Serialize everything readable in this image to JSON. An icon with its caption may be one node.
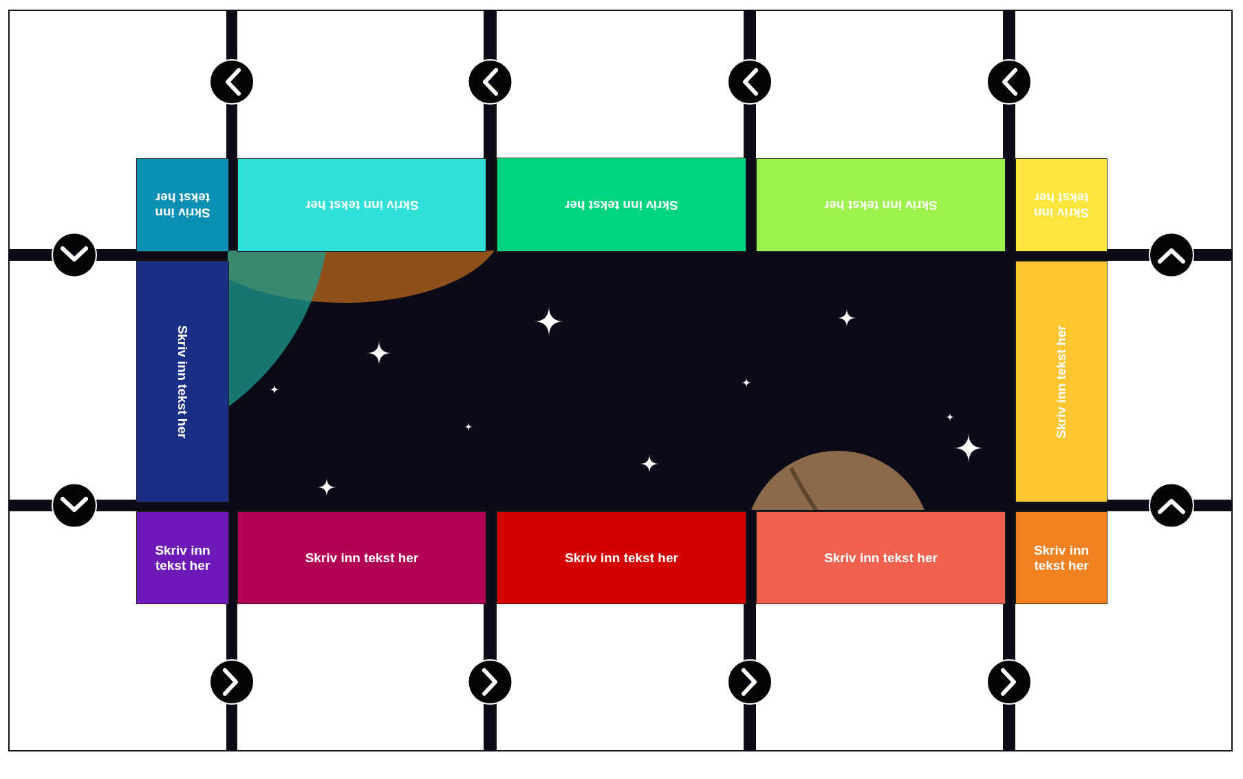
{
  "diagram": {
    "nodes": [
      {
        "text": [],
        "shape": "box"
      },
      {
        "text": [
          "Skriv inn tekst her"
        ],
        "in": 0
      },
      {
        "text": [],
        "shape": "box"
      },
      {
        "text": [
          "Skriv inn tekst her"
        ],
        "in": 2
      },
      {
        "text": [],
        "shape": "box"
      },
      {
        "text": [
          "Skriv inn tekst her"
        ],
        "in": 4
      },
      {
        "text": [],
        "shape": "box"
      },
      {
        "text": [
          "Skriv inn tekst her"
        ],
        "in": 6
      },
      {
        "text": [],
        "shape": "box"
      },
      {
        "text": [
          "Skriv inn tekst her"
        ],
        "in": 8
      },
      {
        "text": [],
        "shape": "box"
      },
      {
        "text": [
          "Skriv inn tekst her"
        ],
        "in": 10
      },
      {
        "text": [],
        "shape": "box"
      },
      {
        "text": [
          "Skriv inn tekst her"
        ],
        "in": 12
      },
      {
        "text": [],
        "shape": "box"
      },
      {
        "text": [
          "Skriv inn tekst her"
        ],
        "in": 14
      },
      {
        "text": [],
        "shape": "box"
      },
      {
        "text": [
          "Skriv inn tekst her"
        ],
        "in": 16
      },
      {
        "text": [],
        "shape": "box"
      },
      {
        "text": [
          "Skriv inn tekst her"
        ],
        "in": 18
      },
      {
        "text": [],
        "shape": "box"
      },
      {
        "text": [
          "Skriv inn tekst her"
        ],
        "in": 20
      },
      {
        "text": [],
        "shape": "box"
      },
      {
        "text": [
          "Skriv inn tekst her"
        ],
        "in": 22
      }
    ],
    "edges": [
      {
        "from": 8,
        "to": 6,
        "arrow": "to"
      },
      {
        "from": 6,
        "to": 4,
        "arrow": "to"
      },
      {
        "from": 4,
        "to": 2,
        "arrow": "to"
      },
      {
        "from": 2,
        "to": 0,
        "arrow": "to"
      },
      {
        "from": 0,
        "to": 10,
        "arrow": "to"
      },
      {
        "from": 10,
        "to": 14,
        "arrow": "to"
      },
      {
        "from": 14,
        "to": 16,
        "arrow": "to"
      },
      {
        "from": 16,
        "to": 18,
        "arrow": "to"
      },
      {
        "from": 18,
        "to": 20,
        "arrow": "to"
      },
      {
        "from": 20,
        "to": 22,
        "arrow": "to"
      },
      {
        "from": 22,
        "to": 12,
        "arrow": "to"
      },
      {
        "from": 12,
        "to": 8,
        "arrow": "to"
      }
    ]
  }
}
